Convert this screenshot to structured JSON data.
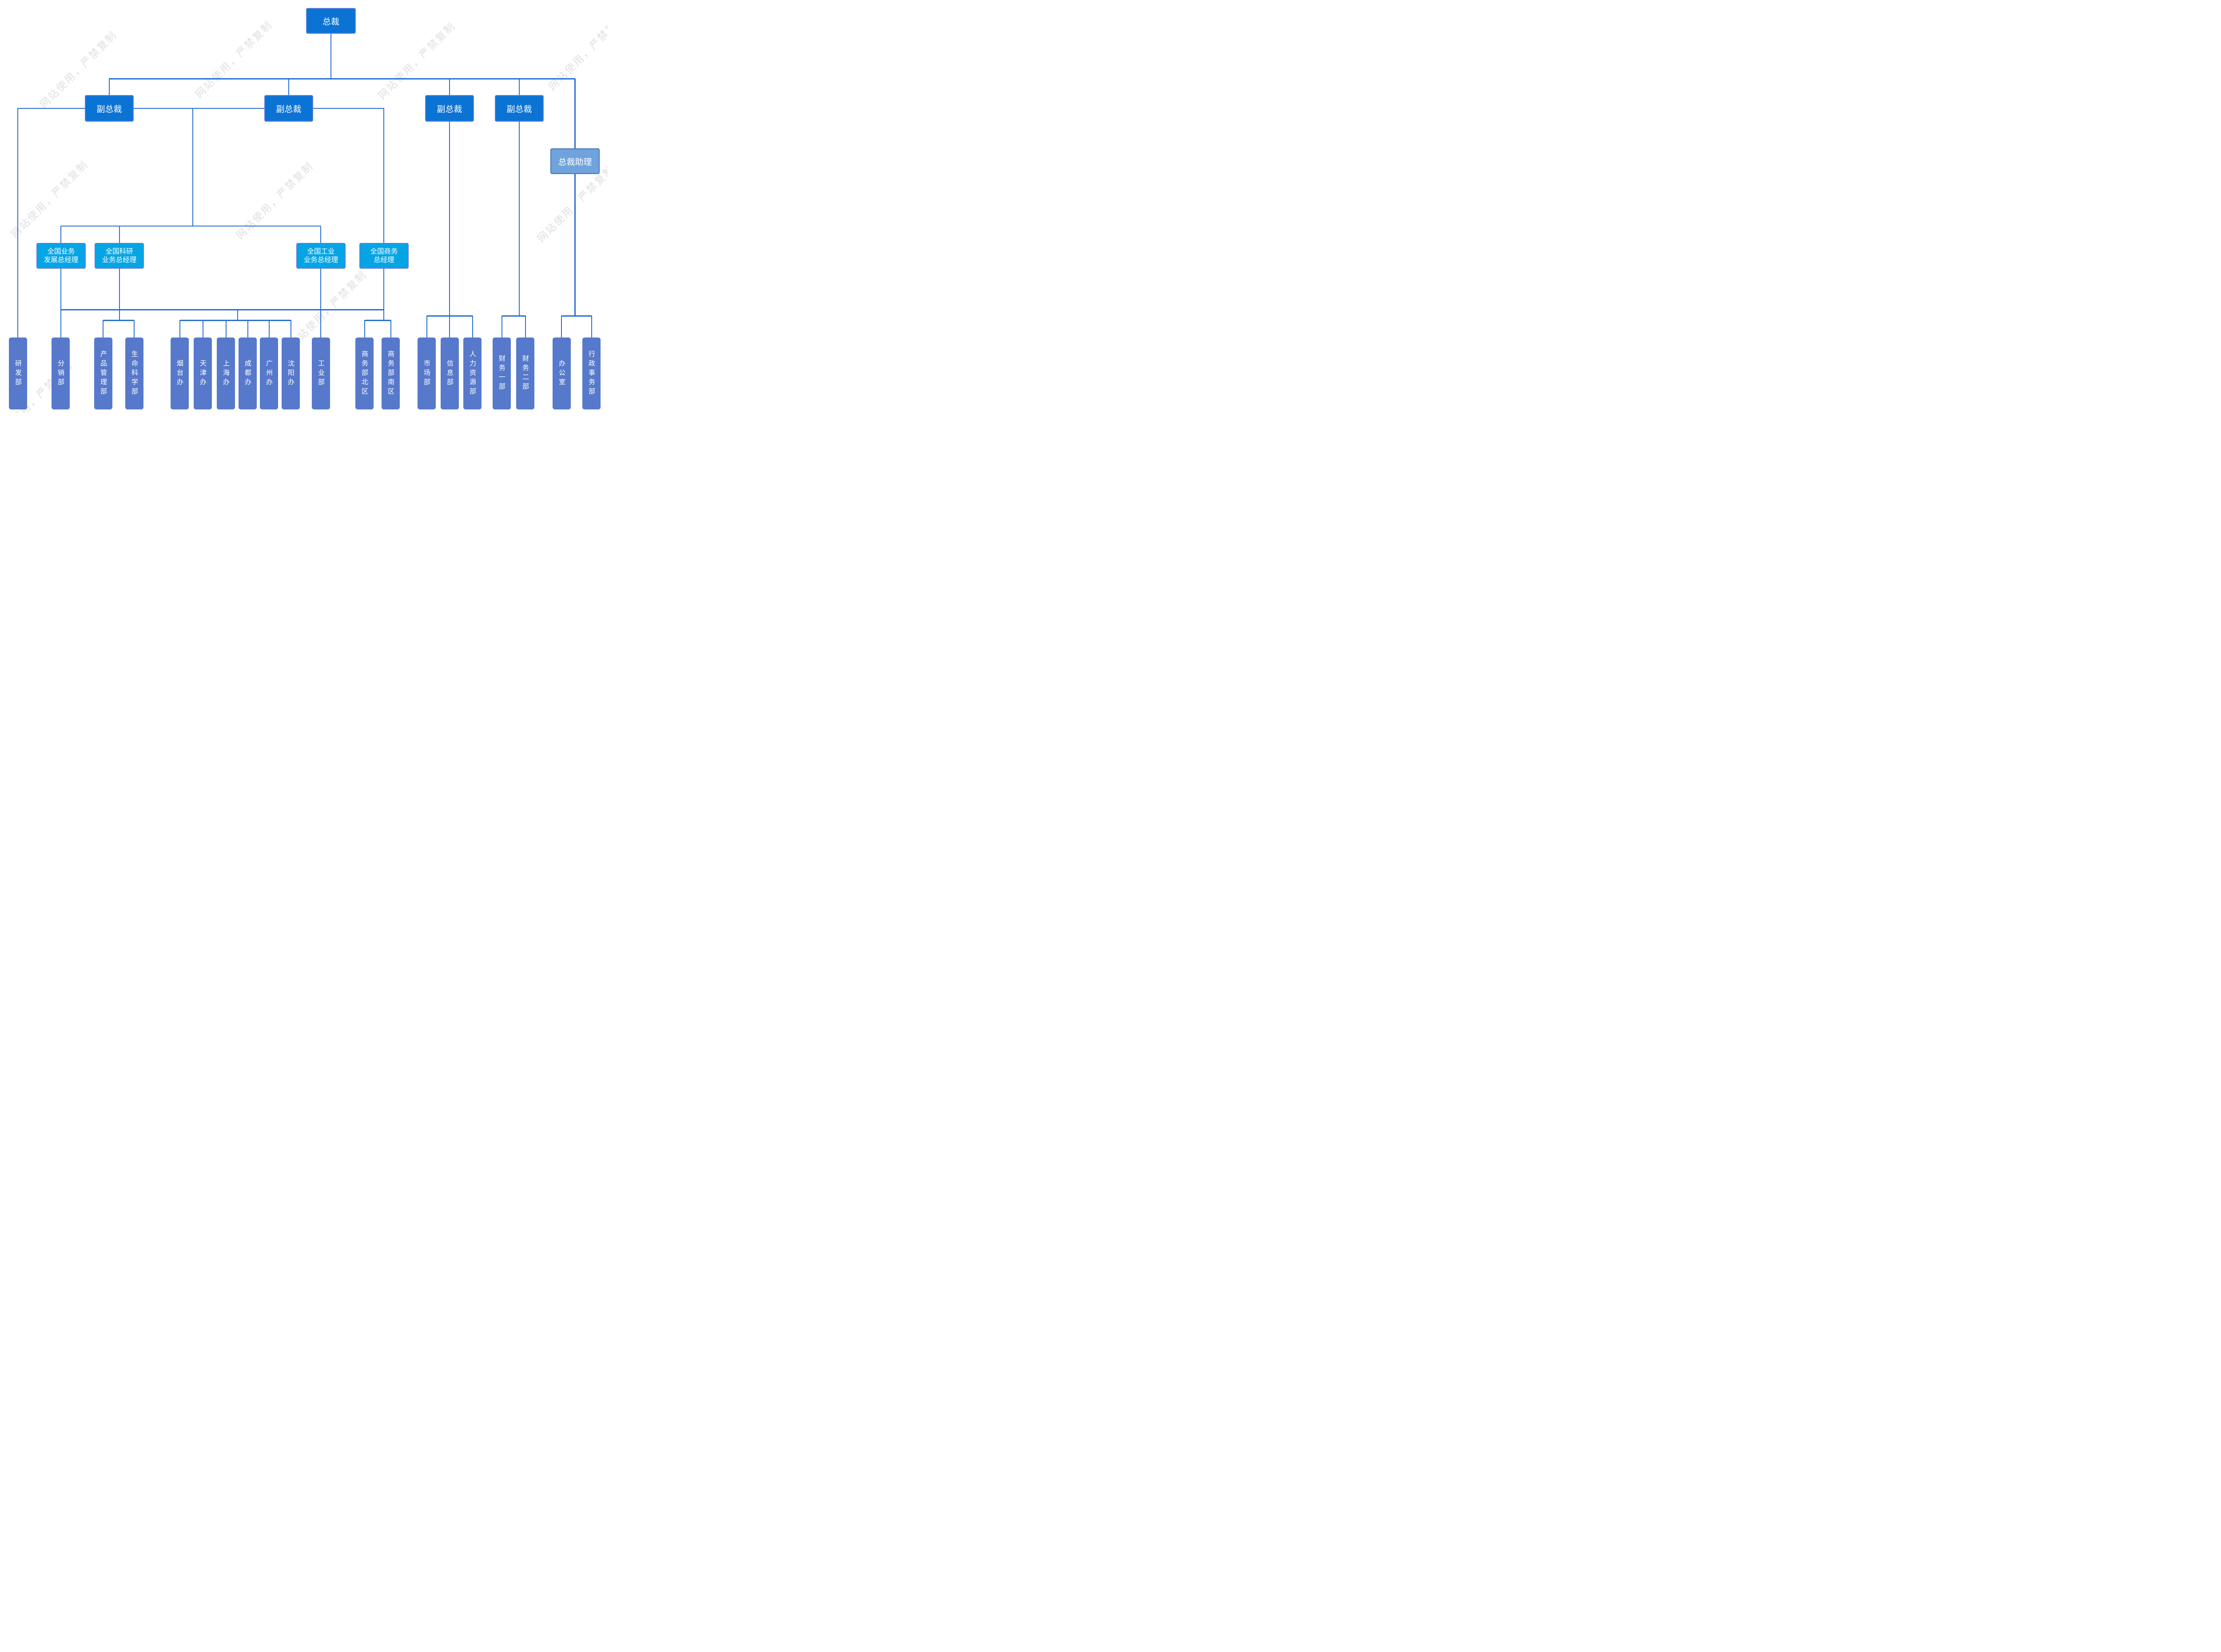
{
  "chart": {
    "root": {
      "label": "总裁"
    },
    "vps": [
      {
        "label": "副总裁"
      },
      {
        "label": "副总裁"
      },
      {
        "label": "副总裁"
      },
      {
        "label": "副总裁"
      }
    ],
    "assistant": {
      "label": "总裁助理"
    },
    "gms": [
      {
        "label": "全国业务\n发展总经理"
      },
      {
        "label": "全国科研\n业务总经理"
      },
      {
        "label": "全国工业\n业务总经理"
      },
      {
        "label": "全国商务\n总经理"
      }
    ],
    "departments": [
      "研发部",
      "分销部",
      "产品管理部",
      "生命科学部",
      "烟台办",
      "天津办",
      "上海办",
      "成都办",
      "广州办",
      "沈阳办",
      "工业部",
      "商务部北区",
      "商务部南区",
      "市场部",
      "信息部",
      "人力资源部",
      "财务一部",
      "财务二部",
      "办公室",
      "行政事务部"
    ]
  },
  "watermark": {
    "text": "网站使用，严禁复制"
  },
  "colors": {
    "node_blue": "#0b73d4",
    "node_border": "#5b7ed9",
    "gm_cyan": "#05a5e5",
    "asst_fill": "#70a3dc",
    "asst_border": "#4377bd",
    "dept_fill": "#5779cb",
    "line": "#2a70d0",
    "watermark": "#e0e0e0"
  }
}
